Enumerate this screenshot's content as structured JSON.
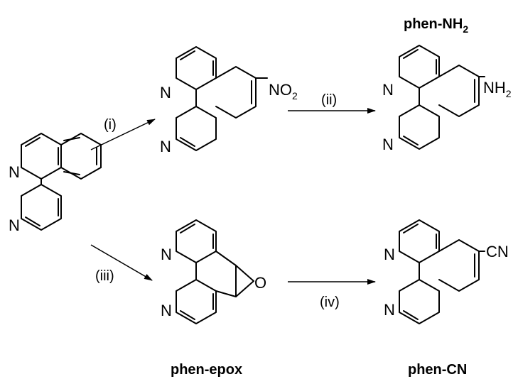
{
  "molecules": {
    "phen": {
      "n_top": "N",
      "n_bottom": "N"
    },
    "nitro": {
      "n_top": "N",
      "n_bottom": "N",
      "group": "NO",
      "group_sub": "2"
    },
    "amino": {
      "n_top": "N",
      "n_bottom": "N",
      "group": "NH",
      "group_sub": "2",
      "name": "phen-NH",
      "name_sub": "2"
    },
    "epoxide": {
      "n_top": "N",
      "n_bottom": "N",
      "oxygen": "O",
      "name": "phen-epox"
    },
    "cyano": {
      "n_top": "N",
      "n_bottom": "N",
      "group": "CN",
      "name": "phen-CN"
    }
  },
  "reactions": [
    {
      "label": "(i)"
    },
    {
      "label": "(ii)"
    },
    {
      "label": "(iii)"
    },
    {
      "label": "(iv)"
    }
  ]
}
